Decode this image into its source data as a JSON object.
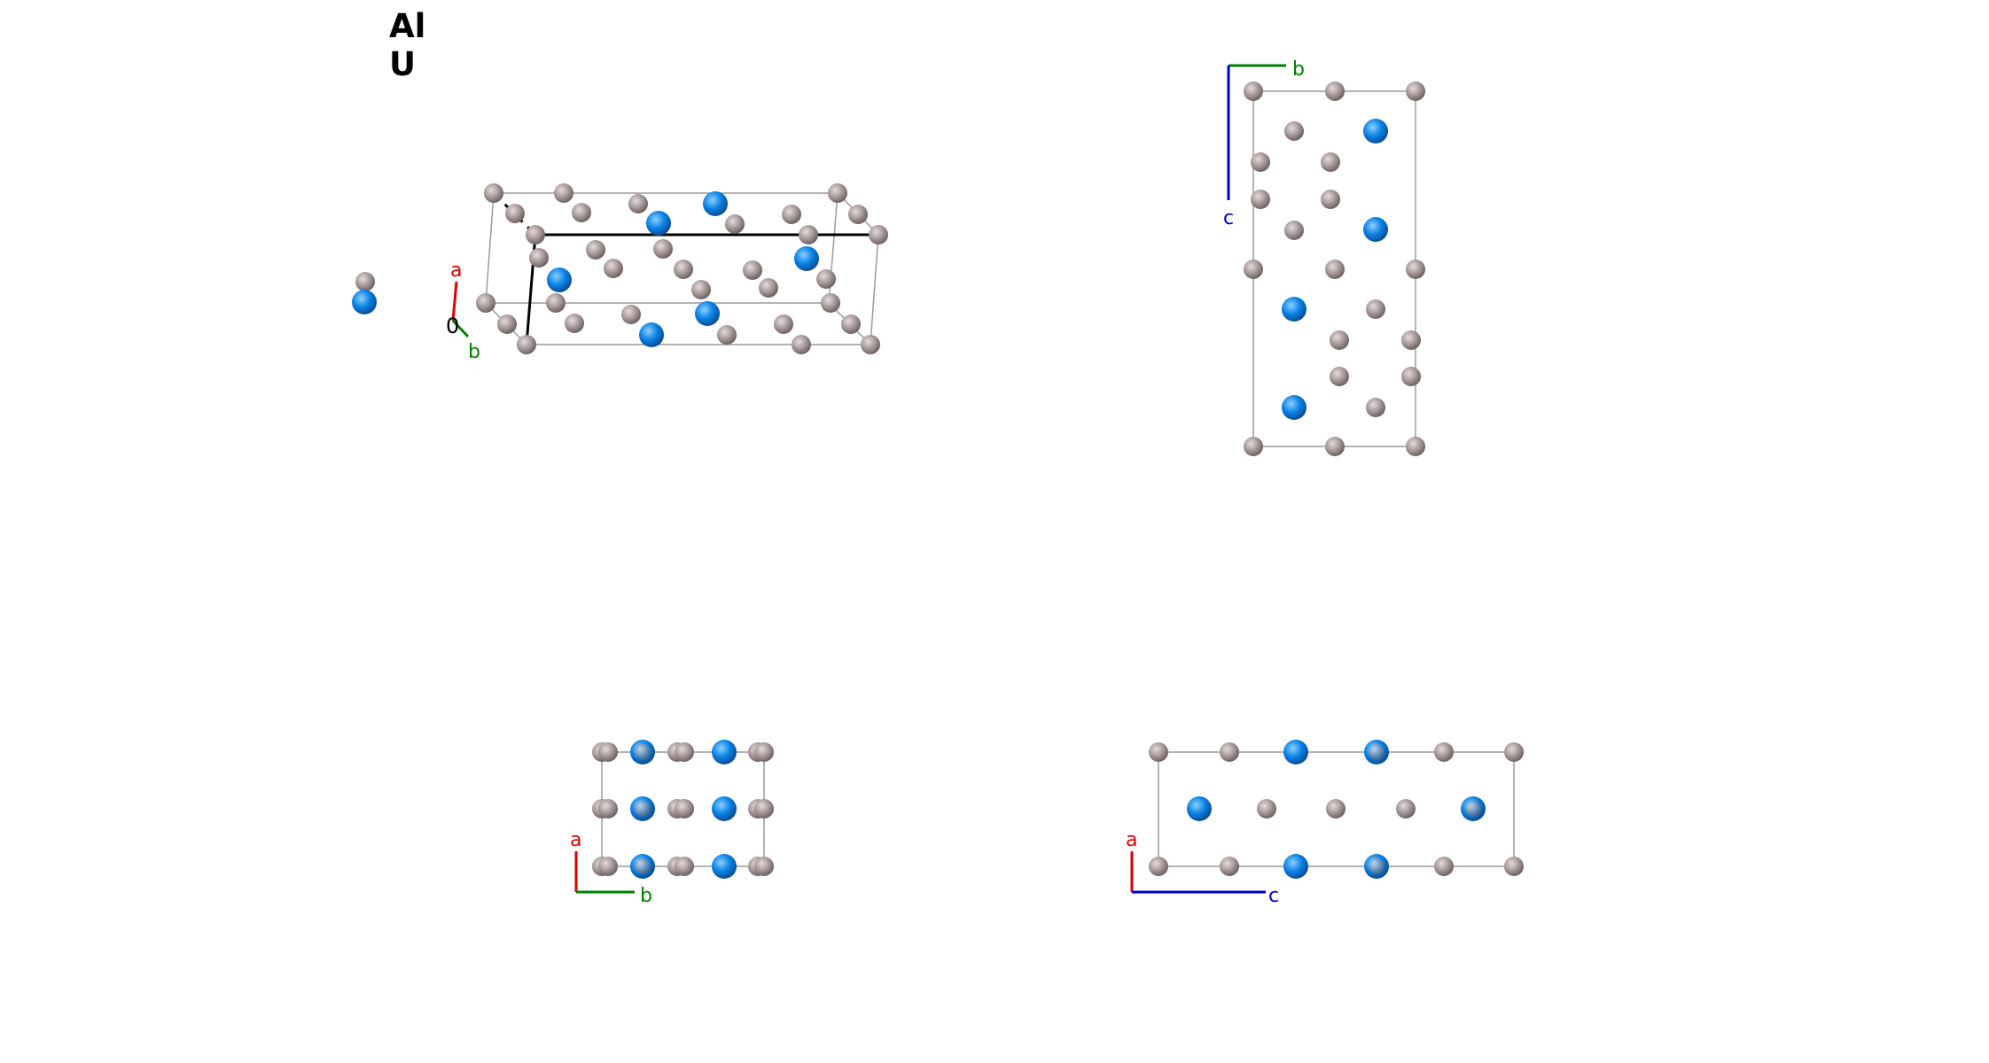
{
  "legend": {
    "items": [
      {
        "symbol": "Al",
        "color": "#a79a9a"
      },
      {
        "symbol": "U",
        "color": "#0a82e6"
      }
    ]
  },
  "colors": {
    "Al": "#a79a9a",
    "U": "#0a82e6",
    "axis_a": "#e00000",
    "axis_b": "#008000",
    "axis_c": "#0000c8",
    "cell_edge": "#9a9a9a"
  },
  "panels": {
    "perspective": {
      "axes": {
        "origin_label": "0",
        "a": "a",
        "b": "b"
      },
      "stray_atom_elements": [
        "Al",
        "U"
      ]
    },
    "top_right": {
      "axes": {
        "b": "b",
        "c": "c"
      }
    },
    "bottom_left": {
      "axes": {
        "a": "a",
        "b": "b"
      }
    },
    "bottom_right": {
      "axes": {
        "a": "a",
        "c": "c"
      }
    }
  }
}
